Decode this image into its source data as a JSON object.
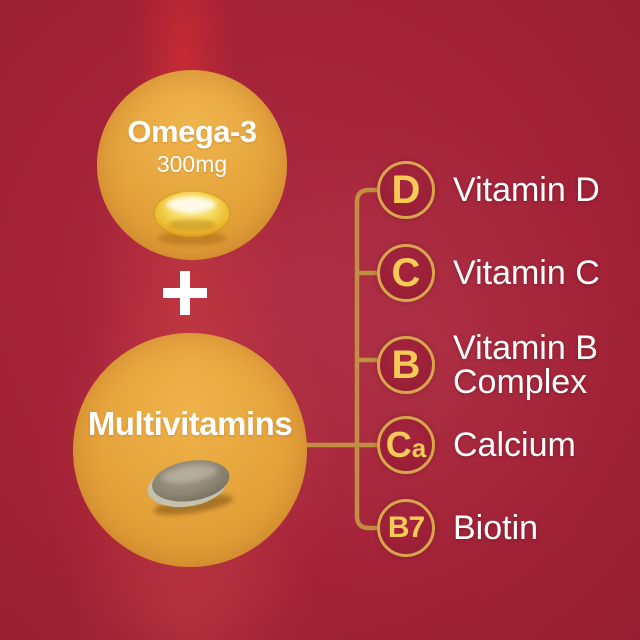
{
  "title": "Omega-3 and Multivitamins supplement infographic",
  "supplement": {
    "primary": {
      "name": "Omega-3",
      "dose": "300mg",
      "pill_icon": "softgel-capsule-icon"
    },
    "plus_sign": "+",
    "secondary": {
      "name": "Multivitamins",
      "pill_icon": "tablet-icon"
    }
  },
  "nutrients": [
    {
      "badge_main": "D",
      "badge_sub": "",
      "label": "Vitamin D"
    },
    {
      "badge_main": "C",
      "badge_sub": "",
      "label": "Vitamin C"
    },
    {
      "badge_main": "B",
      "badge_sub": "",
      "label": "Vitamin B Complex"
    },
    {
      "badge_main": "C",
      "badge_sub": "a",
      "label": "Calcium"
    },
    {
      "badge_main": "B7",
      "badge_sub": "",
      "label": "Biotin"
    }
  ],
  "colors": {
    "background_crimson": "#A22136",
    "light_beam_red": "#D23439",
    "circle_orange": "#E3A139",
    "connector_gold": "#C28F42",
    "badge_fill_maroon": "#9A1F36",
    "badge_ring_gold": "#D9A54C",
    "badge_letter_gold": "#F4CB55",
    "label_text": "#FFFFFF"
  }
}
